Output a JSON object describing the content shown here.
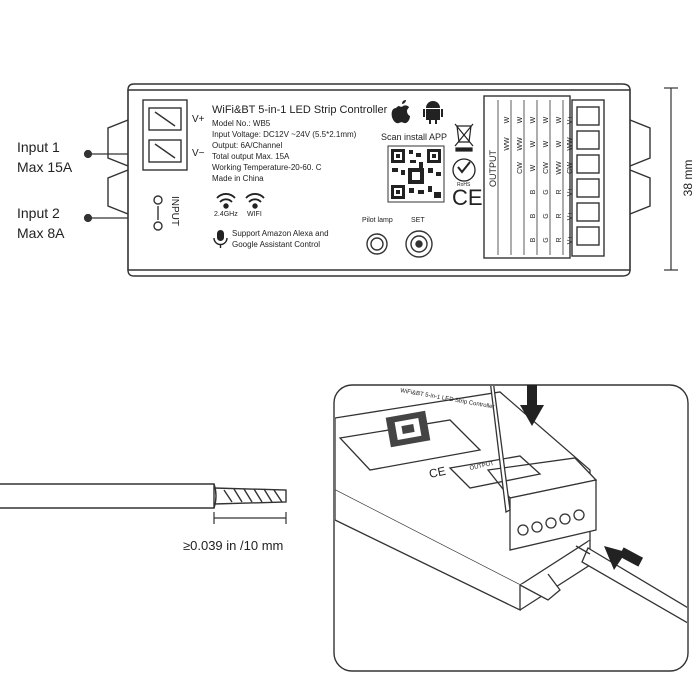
{
  "left_labels": {
    "input1_line1": "Input 1",
    "input1_line2": "Max 15A",
    "input2_line1": "Input 2",
    "input2_line2": "Max 8A"
  },
  "controller": {
    "title": "WiFi&BT 5-in-1 LED Strip Controller",
    "specs": [
      "Model No.: WB5",
      "Input Voltage: DC12V ~24V (5.5*2.1mm)",
      "Output: 6A/Channel",
      "Total output Max. 15A",
      "Working Temperature-20-60. C",
      "Made in China"
    ],
    "vplus": "V+",
    "vminus": "V−",
    "input_label": "INPUT",
    "freq_24": "2.4GHz",
    "wifi": "WIFI",
    "voice_line1": "Support Amazon Alexa and",
    "voice_line2": "Google Assistant Control",
    "scan_app": "Scan install APP",
    "pilot_lamp": "Pilot lamp",
    "set": "SET",
    "rohs": "RoHS",
    "ce": "CE",
    "output_label": "OUTPUT",
    "output_columns": [
      [
        "V+",
        "WW",
        "CW",
        "V+",
        "V+",
        "V+"
      ],
      [
        "W",
        "W",
        "WW",
        "R",
        "R",
        "R"
      ],
      [
        "W",
        "W",
        "CW",
        "G",
        "G",
        "G"
      ],
      [
        "W",
        "W",
        "W",
        "B",
        "B",
        "B"
      ],
      [
        "W",
        "WW",
        "CW",
        "",
        "",
        ""
      ],
      [
        "W",
        "WW",
        "",
        "",
        "",
        ""
      ]
    ]
  },
  "dimension": {
    "height": "38 mm"
  },
  "wire": {
    "strip_spec": "≥0.039 in /10 mm"
  },
  "colors": {
    "line": "#333333",
    "body": "#ffffff"
  }
}
